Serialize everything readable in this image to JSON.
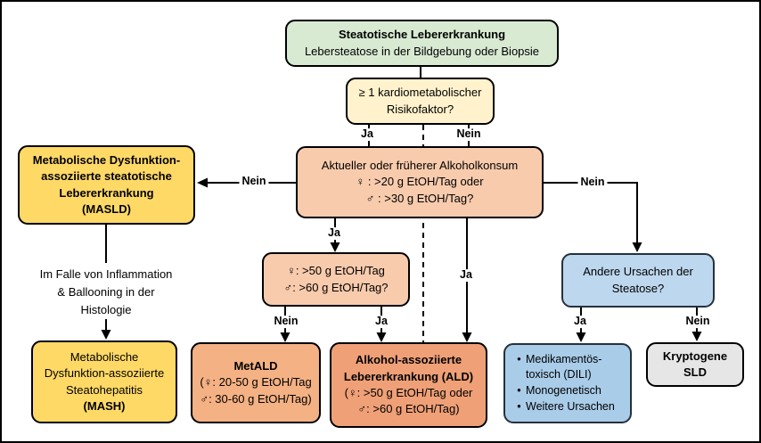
{
  "edge_labels": {
    "risk_yes": "Ja",
    "risk_no": "Nein",
    "masld_no": "Nein",
    "other_no": "Nein",
    "heavy_yes": "Ja",
    "direct_yes": "Ja",
    "metald_no": "Nein",
    "ald_yes": "Ja",
    "dili_yes": "Ja",
    "crypto_no": "Nein"
  },
  "nodes": {
    "sld": {
      "title": "Steatotische Lebererkrankung",
      "subtitle": "Lebersteatose in der Bildgebung oder Biopsie",
      "fill": "#D9EAD3"
    },
    "risk": {
      "line1": "≥ 1 kardiometabolischer",
      "line2": "Risikofaktor?",
      "fill": "#FFF2CC"
    },
    "alcohol": {
      "line1": "Aktueller oder früherer Alkoholkonsum",
      "line2": "♀ : >20 g EtOH/Tag oder",
      "line3": "♂ : >30 g EtOH/Tag?",
      "fill": "#F8CBAD"
    },
    "masld": {
      "line1": "Metabolische Dysfunktion-",
      "line2": "assoziierte steatotische",
      "line3": "Lebererkrankung",
      "line4": "(MASLD)",
      "fill": "#FFD966"
    },
    "heavy": {
      "line1": "♀: >50 g EtOH/Tag",
      "line2": "♂: >60 g EtOH/Tag?",
      "fill": "#F8CBAD"
    },
    "other_causes": {
      "line1": "Andere Ursachen der",
      "line2": "Steatose?",
      "fill": "#BDD7EE"
    },
    "histology_note": {
      "line1": "Im Falle von Inflammation",
      "line2": "& Ballooning in der",
      "line3": "Histologie"
    },
    "mash": {
      "line1": "Metabolische",
      "line2": "Dysfunktion-assoziierte",
      "line3": "Steatohepatitis",
      "line4": "(MASH)",
      "fill": "#FFD966"
    },
    "metald": {
      "title": "MetALD",
      "line2": "(♀: 20-50 g EtOH/Tag",
      "line3": "♂: 30-60 g EtOH/Tag)",
      "fill": "#F4B183"
    },
    "ald": {
      "line1": "Alkohol-assoziierte",
      "line2": "Lebererkrankung (ALD)",
      "line3": "(♀: >50 g EtOH/Tag oder",
      "line4": "♂: >60 g EtOH/Tag)",
      "fill": "#EFA077"
    },
    "other_list": {
      "items": [
        "Medikamentös-toxisch (DILI)",
        "Monogenetisch",
        "Weitere Ursachen"
      ],
      "bullet": "•",
      "fill": "#A9CCE9"
    },
    "cryptogenic": {
      "line1": "Kryptogene",
      "line2": "SLD",
      "fill": "#E7E6E6"
    }
  },
  "colors": {
    "line": "#000000",
    "background": "#FFFFFF",
    "frame_border": "#000000"
  }
}
